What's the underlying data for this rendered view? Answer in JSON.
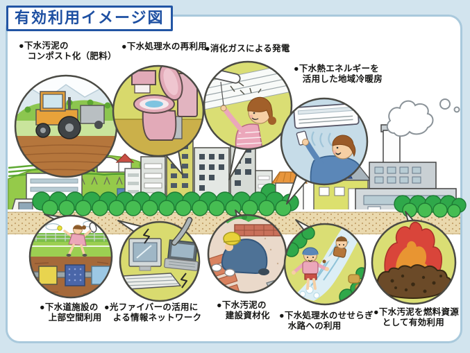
{
  "title": "有効利用イメージ図",
  "bubbles": [
    {
      "id": "compost",
      "label": "●下水汚泥の\n　コンポスト化（肥料）",
      "icon": "tractor-field-icon",
      "fill": "#fbfdfe"
    },
    {
      "id": "water-reuse",
      "label": "●下水処理水の再利用",
      "icon": "toilet-icon",
      "fill": "#d8d96c"
    },
    {
      "id": "digestion-gas",
      "label": "●消化ガスによる発電",
      "icon": "ceiling-light-icon",
      "fill": "#dade74"
    },
    {
      "id": "heat-energy",
      "label": "●下水熱エネルギーを\n　活用した地域冷暖房",
      "icon": "air-conditioner-icon",
      "fill": "#c6dce8"
    },
    {
      "id": "upper-space",
      "label": "●下水道施設の\n　上部空間利用",
      "icon": "tennis-court-over-pipes-icon",
      "fill": "#fdfefe"
    },
    {
      "id": "optical-fiber",
      "label": "●光ファイバーの活用に\n　よる情報ネットワーク",
      "icon": "computers-network-icon",
      "fill": "#d9db6f"
    },
    {
      "id": "construction-material",
      "label": "●下水汚泥の\n　建設資材化",
      "icon": "brick-paving-worker-icon",
      "fill": "#ead9ca"
    },
    {
      "id": "seseragi-channel",
      "label": "●下水処理水のせせらぎ\n　水路への利用",
      "icon": "stream-children-icon",
      "fill": "#dade74"
    },
    {
      "id": "fuel-resource",
      "label": "●下水汚泥を燃料資源\n　として有効利用",
      "icon": "burning-sludge-icon",
      "fill": "#dade74"
    }
  ],
  "scene": {
    "city": "city-skyline-icon",
    "treatment_plant": "sewage-treatment-plant-icon",
    "farm": "farm-hill-icon",
    "houses": "residential-houses-icon",
    "factory": "incineration-plant-icon",
    "smoke": "smoke-puffs-icon",
    "ground": "promenade-ground-icon",
    "bushes": "hedge-bushes-icon"
  },
  "colors": {
    "page_bg": "#d2e4ee",
    "frame_border": "#a9c9dc",
    "title_blue": "#1e50a2",
    "label_text": "#161614",
    "bubble_green": "#dade74",
    "bubble_blue": "#c6dce8",
    "outline": "#4a4a44",
    "flame_red": "#d9453a",
    "flame_orange": "#e89532"
  }
}
